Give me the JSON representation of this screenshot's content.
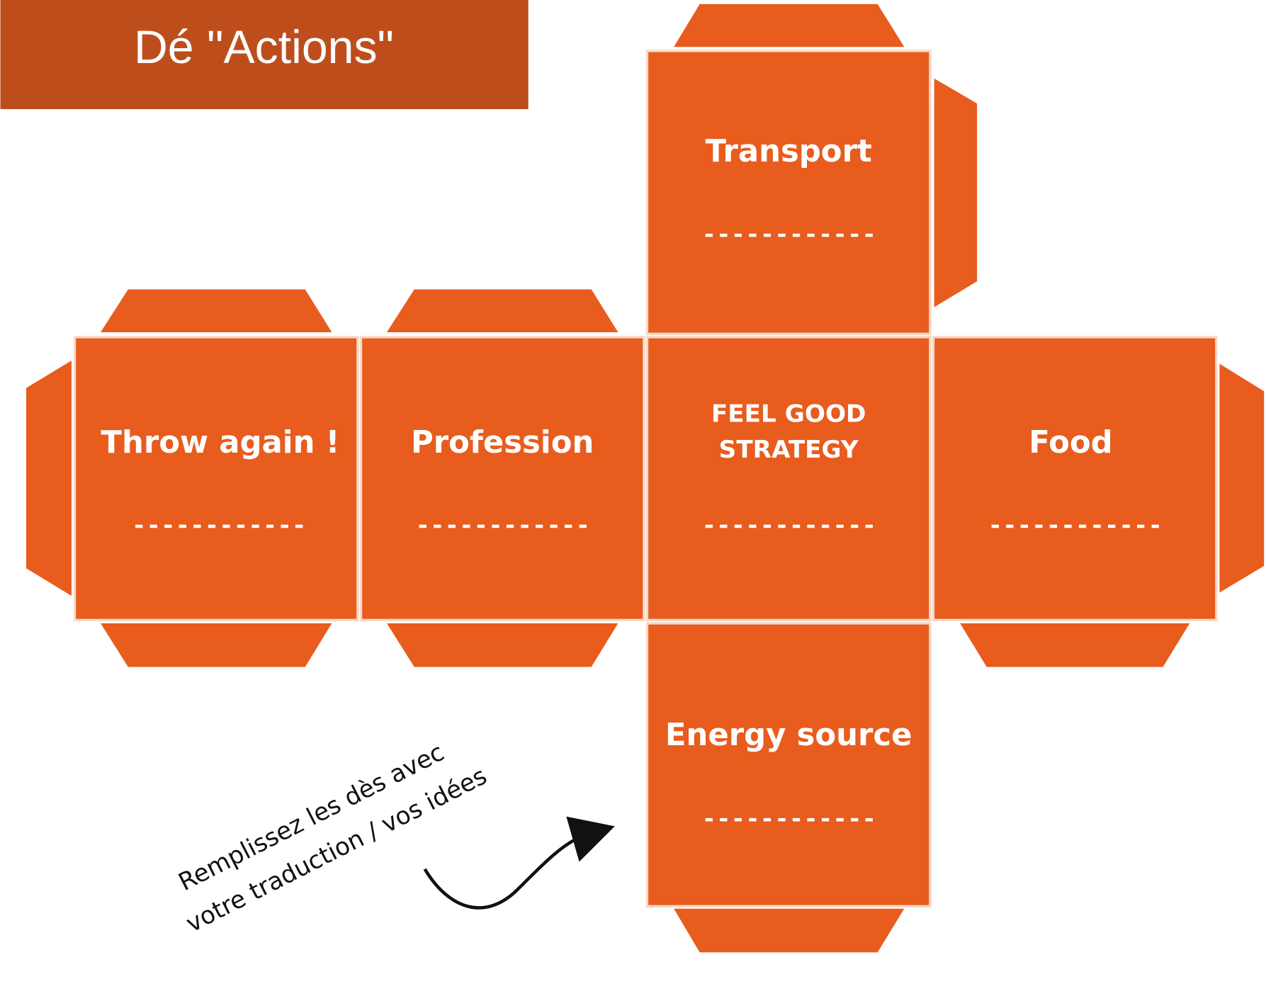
{
  "title": "Dé \"Actions\"",
  "colors": {
    "header": "#BD4E1C",
    "face": "#E85C1E"
  },
  "faces": {
    "top": "Transport",
    "left": "Throw again !",
    "center_left": "Profession",
    "center_line1": "FEEL GOOD",
    "center_line2": "STRATEGY",
    "right": "Food",
    "bottom": "Energy source"
  },
  "note": {
    "line1": "Remplissez les dès avec",
    "line2": "votre traduction / vos idées"
  }
}
